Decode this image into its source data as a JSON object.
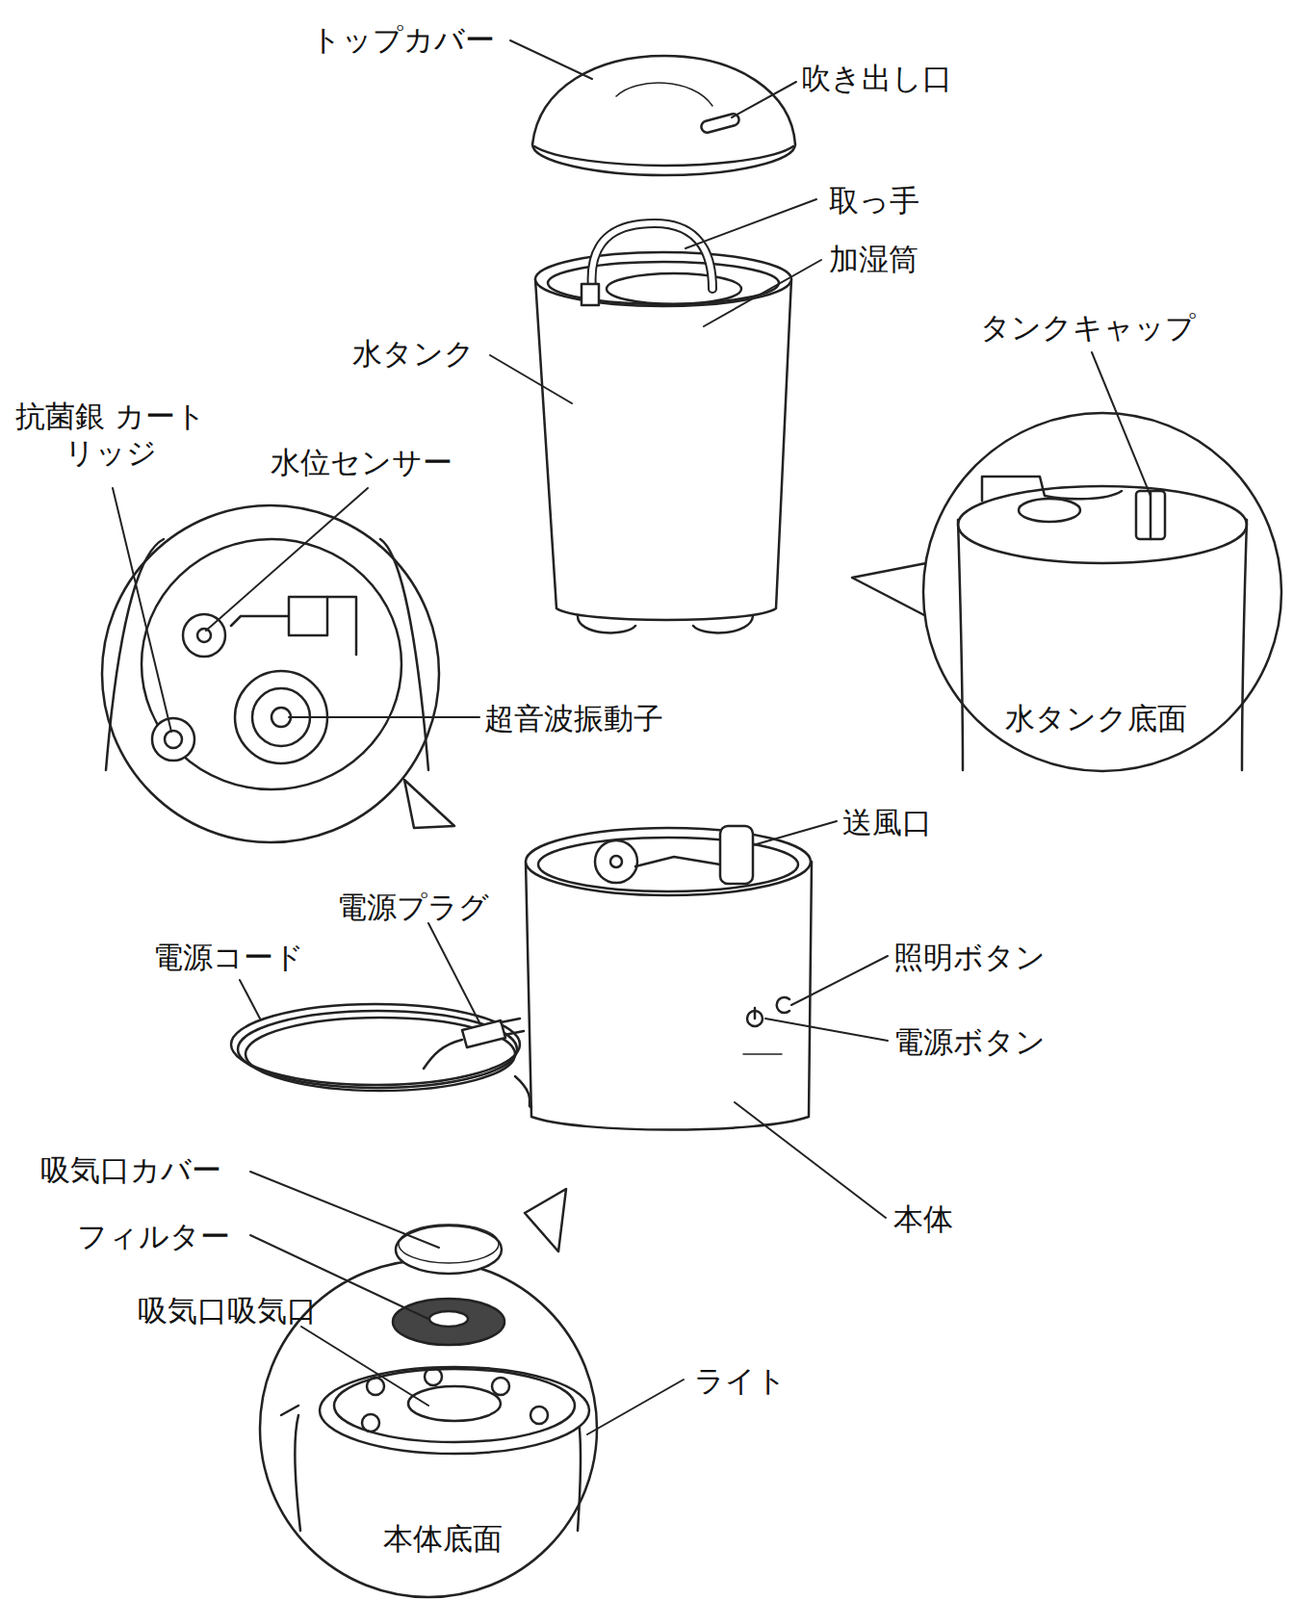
{
  "diagram": {
    "labels": [
      "トップカバー",
      "吹き出し口",
      "取っ手",
      "加湿筒",
      "タンクキャップ",
      "水タンク",
      "抗菌銀 カートリッジ",
      "水位センサー",
      "超音波振動子",
      "水タンク底面",
      "送風口",
      "電源プラグ",
      "電源コード",
      "照明ボタン",
      "電源ボタン",
      "本体",
      "吸気口カバー",
      "フィルター",
      "吸気口吸気口",
      "ライト",
      "本体底面"
    ]
  }
}
